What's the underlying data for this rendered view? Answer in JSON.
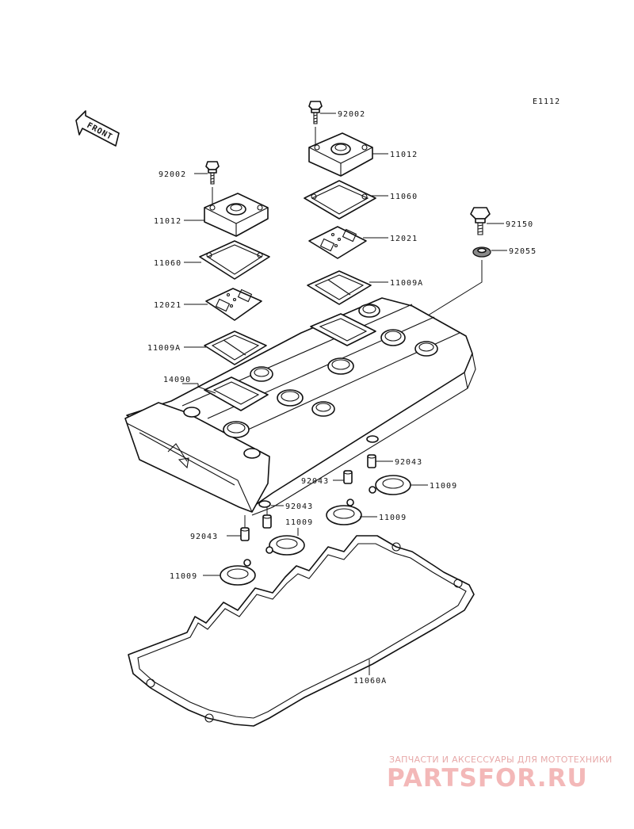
{
  "diagram_code": "E1112",
  "front_label": "FRONT",
  "callouts": [
    {
      "id": "bolt-a",
      "text": "92002"
    },
    {
      "id": "cover-a",
      "text": "11012"
    },
    {
      "id": "gasket-a",
      "text": "11060"
    },
    {
      "id": "plate-a",
      "text": "12021"
    },
    {
      "id": "gasket-1009a-a",
      "text": "11009A"
    },
    {
      "id": "bolt-b",
      "text": "92002"
    },
    {
      "id": "cover-b",
      "text": "11012"
    },
    {
      "id": "gasket-b",
      "text": "11060"
    },
    {
      "id": "plate-b",
      "text": "12021"
    },
    {
      "id": "gasket-1009a-b",
      "text": "11009A"
    },
    {
      "id": "bolt-c",
      "text": "92150"
    },
    {
      "id": "washer-c",
      "text": "92055"
    },
    {
      "id": "head-cover",
      "text": "14090"
    },
    {
      "id": "dowel-1",
      "text": "92043"
    },
    {
      "id": "dowel-2",
      "text": "92043"
    },
    {
      "id": "dowel-3",
      "text": "92043"
    },
    {
      "id": "dowel-4",
      "text": "92043"
    },
    {
      "id": "seal-1",
      "text": "11009"
    },
    {
      "id": "seal-2",
      "text": "11009"
    },
    {
      "id": "seal-3",
      "text": "11009"
    },
    {
      "id": "seal-4",
      "text": "11009"
    },
    {
      "id": "cover-gasket",
      "text": "11060A"
    }
  ],
  "watermark": {
    "subtitle": "ЗАПЧАСТИ И АКСЕССУАРЫ ДЛЯ МОТОТЕХНИКИ",
    "logo": "PARTSFOR.RU"
  }
}
